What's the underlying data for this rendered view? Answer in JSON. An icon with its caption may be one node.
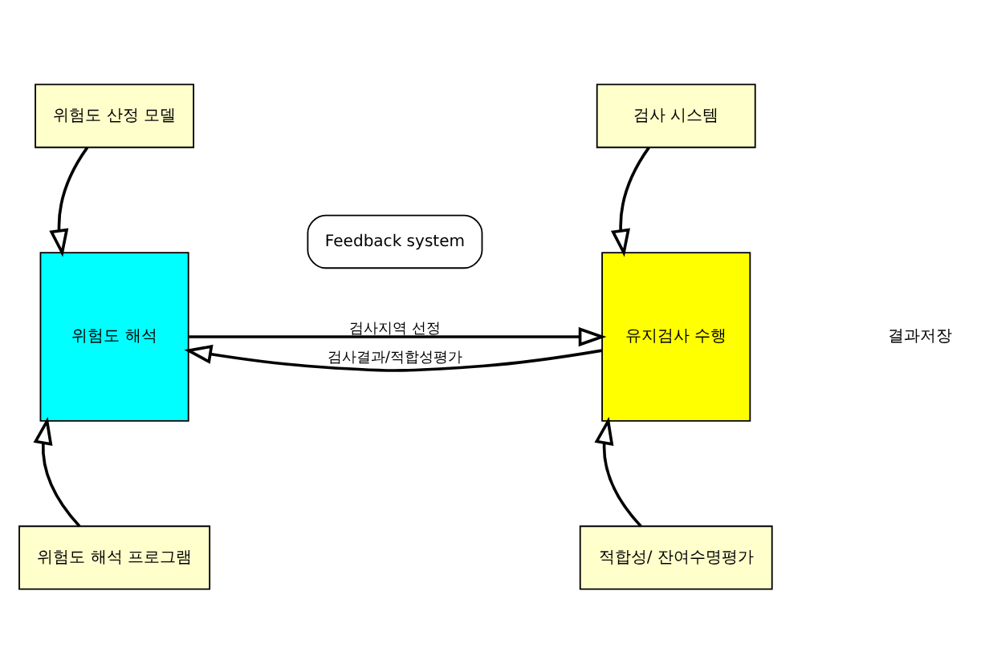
{
  "diagram": {
    "nodes": [
      {
        "text": [
          "위험도 산정 모델"
        ]
      },
      {
        "text": [
          "위험도 해석"
        ]
      },
      {
        "text": [
          "위험도 해석 프로그램"
        ]
      },
      {
        "text": [
          "Feedback system"
        ]
      },
      {
        "text": [
          "검사 시스템"
        ]
      },
      {
        "text": [
          "유지검사 수행"
        ]
      },
      {
        "text": [
          "적합성/ 잔여수명평가"
        ]
      }
    ],
    "edges": [
      {
        "from": 0,
        "to": 1,
        "arrow": "to"
      },
      {
        "from": 2,
        "to": 1,
        "arrow": "to"
      },
      {
        "from": 1,
        "to": 5,
        "arrow": "to",
        "label": "검사지역 선정"
      },
      {
        "from": 5,
        "to": 1,
        "arrow": "to",
        "label": "검사결과/적합성평가"
      },
      {
        "from": 4,
        "to": 5,
        "arrow": "to"
      },
      {
        "from": 6,
        "to": 5,
        "arrow": "to"
      }
    ],
    "labels": [
      "결과저장"
    ]
  }
}
